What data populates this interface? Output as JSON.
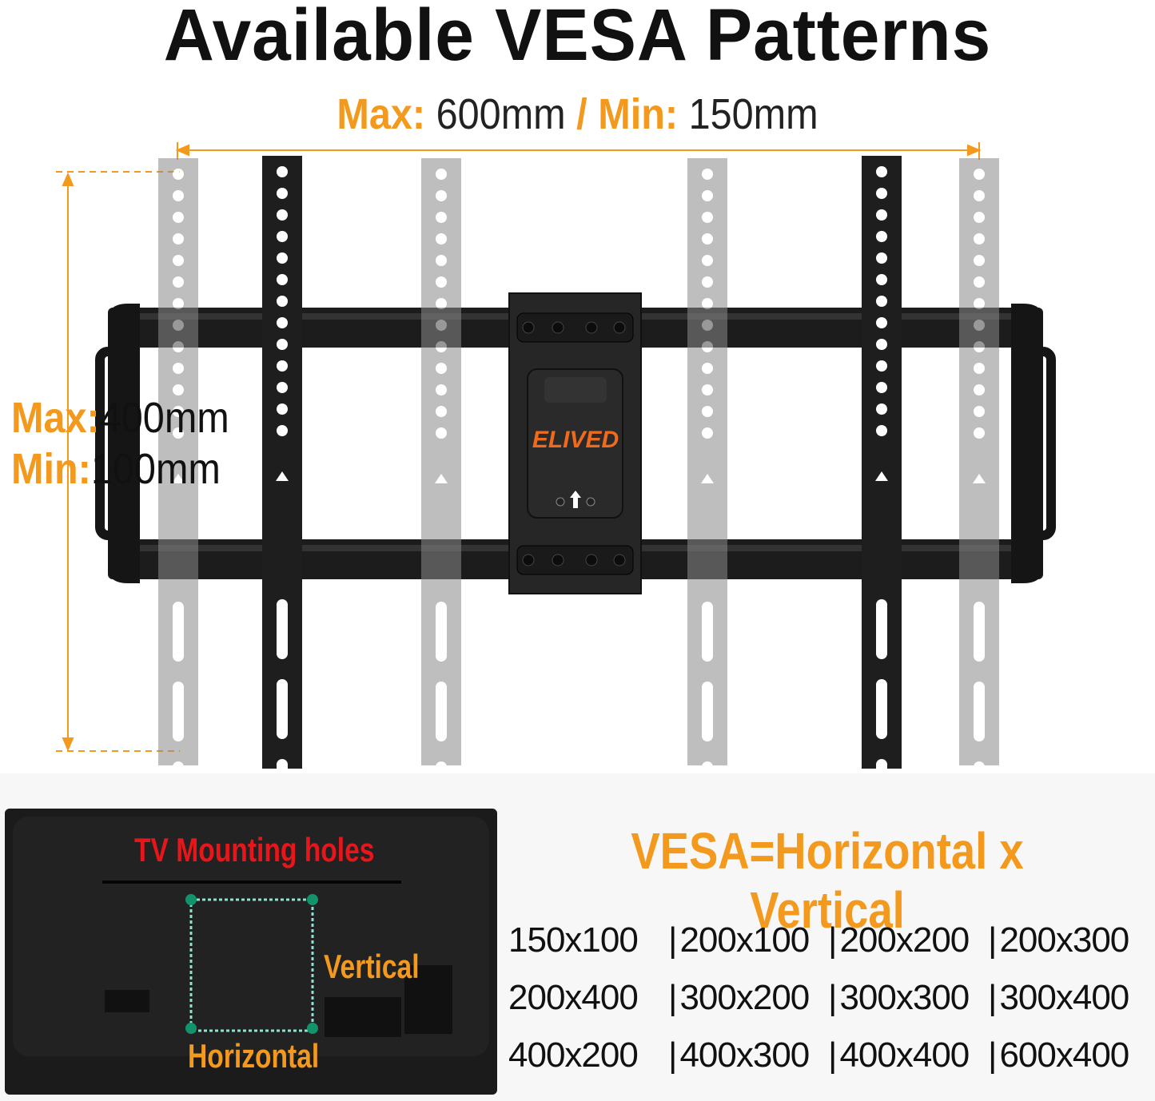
{
  "title": "Available VESA Patterns",
  "width_range": {
    "max_label": "Max:",
    "max_value": "600mm",
    "separator": "/",
    "min_label": "Min:",
    "min_value": "150mm"
  },
  "height_range": {
    "max_label": "Max:",
    "max_value": "400mm",
    "min_label": "Min:",
    "min_value": "100mm"
  },
  "brand": "ELIVED",
  "tv": {
    "caption": "TV Mounting holes",
    "vertical_label": "Vertical",
    "horizontal_label": "Horizontal"
  },
  "formula": "VESA=Horizontal x Vertical",
  "patterns": [
    "150x100",
    "200x100",
    "200x200",
    "200x300",
    "200x400",
    "300x200",
    "300x300",
    "300x400",
    "400x200",
    "400x300",
    "400x400",
    "600x400"
  ],
  "colors": {
    "accent": "#f39a1e",
    "caption": "#e8161b",
    "dots": "#13936c"
  }
}
